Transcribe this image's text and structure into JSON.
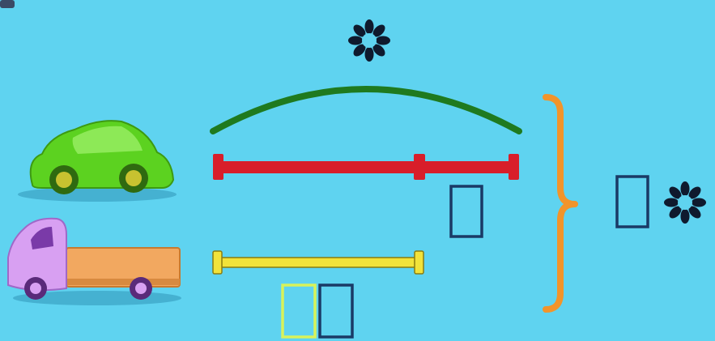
{
  "colors": {
    "background": "#5fd3f0",
    "total_arc": "#1f7a1f",
    "car_segment": "#d81e2a",
    "truck_segment": "#f2e33a",
    "brace": "#f2942a",
    "answer_box_dark": "#1a3a66",
    "answer_box_light": "#d8f25a",
    "flower_icon": "#0f1a2e"
  },
  "diagram": {
    "vehicles": [
      {
        "name": "car",
        "icon": "green-car-icon"
      },
      {
        "name": "truck",
        "icon": "purple-orange-truck-icon"
      }
    ],
    "unknown_marks": [
      "flower-icon-top",
      "flower-icon-answer"
    ],
    "blank_boxes": [
      "car-extra-box",
      "truck-box-yellow",
      "truck-box-dark",
      "answer-box"
    ]
  }
}
